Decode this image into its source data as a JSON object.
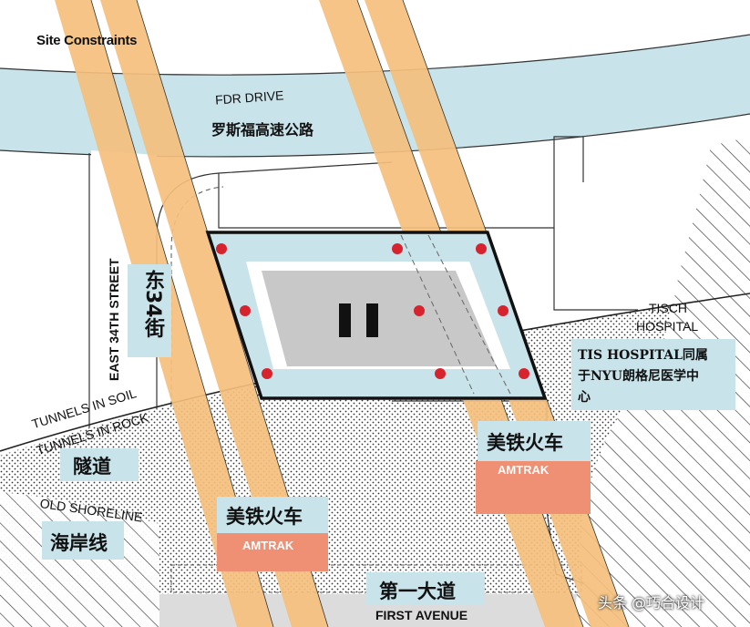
{
  "title": "Site Constraints",
  "labels": {
    "fdr_en": "FDR DRIVE",
    "fdr_cn": "罗斯福高速公路",
    "e34_en": "EAST 34TH STREET",
    "e34_cn": "东34街",
    "tisch_line1": "TISCH",
    "tisch_line2": "HOSPITAL",
    "tis_note_line1": "TIS HOSPITAL同属",
    "tis_note_line2": "于NYU朗格尼医学中",
    "tis_note_line3": "心",
    "tunnels_soil": "TUNNELS IN SOIL",
    "tunnels_rock": "TUNNELS IN ROCK",
    "tunnels_cn": "隧道",
    "shoreline_en": "OLD SHORELINE",
    "shoreline_cn": "海岸线",
    "amtrak_cn_left": "美铁火车",
    "amtrak_en_left": "AMTRAK",
    "amtrak_cn_right": "美铁火车",
    "amtrak_en_right": "AMTRAK",
    "first_ave_cn": "第一大道",
    "first_ave_en": "FIRST AVENUE",
    "watermark": "头条 @巧合设计"
  },
  "colors": {
    "tunnel_orange": "#f4bf7c",
    "highway_blue": "#c9e3ea",
    "site_blue": "#c9e3ea",
    "site_grey": "#c8c8c8",
    "marker_red": "#d7232e",
    "amtrak_red": "#ef8f73",
    "hatch_line": "#333333"
  },
  "icons": {
    "pause_mark": "pause-bars-icon",
    "column_marker": "red-dot-icon"
  }
}
